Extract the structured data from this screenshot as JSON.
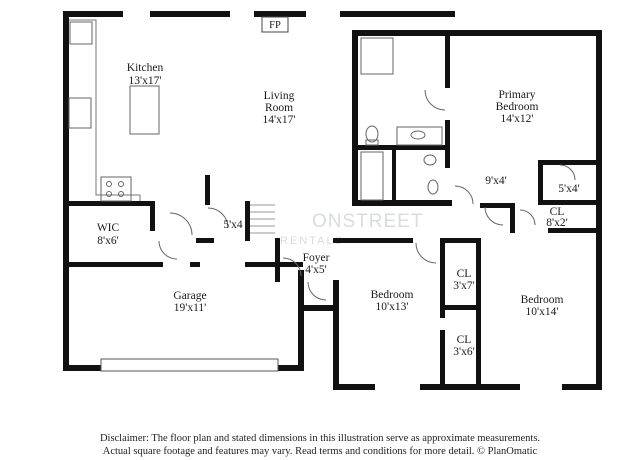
{
  "rooms": {
    "kitchen": {
      "name": "Kitchen",
      "dims": "13'x17'"
    },
    "living": {
      "name_line1": "Living",
      "name_line2": "Room",
      "dims": "14'x17'"
    },
    "primary": {
      "name_line1": "Primary",
      "name_line2": "Bedroom",
      "dims": "14'x12'"
    },
    "wic": {
      "name": "WIC",
      "dims": "8'x6'"
    },
    "hall54": {
      "dims": "5'x4"
    },
    "foyer": {
      "name": "Foyer",
      "dims": "4'x5'"
    },
    "garage": {
      "name": "Garage",
      "dims": "19'x11'"
    },
    "bath94": {
      "dims": "9'x4'"
    },
    "closet54": {
      "dims": "5'x4'"
    },
    "cl82": {
      "name": "CL",
      "dims": "8'x2'"
    },
    "bedroom_a": {
      "name": "Bedroom",
      "dims": "10'x13'"
    },
    "cl37": {
      "name": "CL",
      "dims": "3'x7'"
    },
    "cl36": {
      "name": "CL",
      "dims": "3'x6'"
    },
    "bedroom_b": {
      "name": "Bedroom",
      "dims": "10'x14'"
    }
  },
  "fireplace": "FP",
  "watermark": {
    "line1": "ONSTREET",
    "line2": "RENTALS"
  },
  "disclaimer": {
    "line1": "Disclaimer: The floor plan and stated dimensions in this illustration serve as approximate measurements.",
    "line2": "Actual square footage and features may vary. Read terms and conditions for more detail. © PlanOmatic"
  }
}
